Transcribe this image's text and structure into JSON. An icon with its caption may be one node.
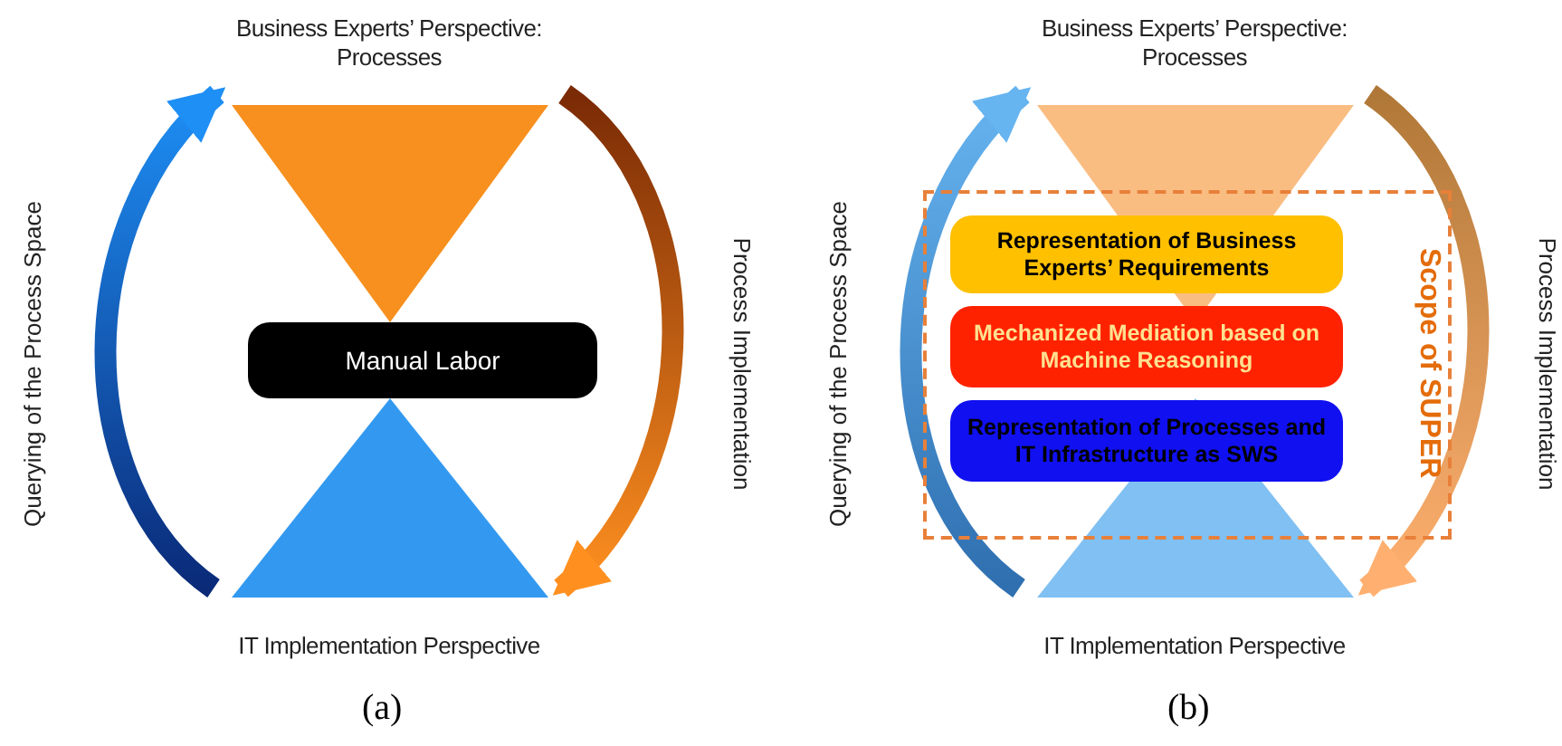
{
  "diagram": {
    "nodes": [
      {
        "text": [
          "Business Experts’ Perspective: Processes"
        ]
      },
      {
        "text": [
          "Manual Labor"
        ]
      },
      {
        "text": [
          "IT Implementation Perspective"
        ]
      },
      {
        "text": [
          "Business Experts’ Perspective: Processes"
        ]
      },
      {
        "text": [
          "Scope of SUPER"
        ]
      },
      {
        "text": [
          "Representation of Business Experts’ Requirements"
        ],
        "in": 4
      },
      {
        "text": [
          "Mechanized Mediation based on Machine Reasoning"
        ],
        "in": 4
      },
      {
        "text": [
          "Representation of Processes and IT Infrastructure as SWS"
        ],
        "in": 4
      },
      {
        "text": [
          "IT Implementation Perspective"
        ]
      }
    ],
    "edges": [
      {
        "from": 2,
        "to": 0,
        "arrow": "to",
        "label": "Querying of the Process Space"
      },
      {
        "from": 0,
        "to": 2,
        "arrow": "to",
        "label": "Process Implementation"
      },
      {
        "from": 8,
        "to": 3,
        "arrow": "to",
        "label": "Querying of the Process Space"
      },
      {
        "from": 3,
        "to": 8,
        "arrow": "to",
        "label": "Process Implementation"
      }
    ],
    "labels": [
      "(a)",
      "(b)"
    ]
  }
}
